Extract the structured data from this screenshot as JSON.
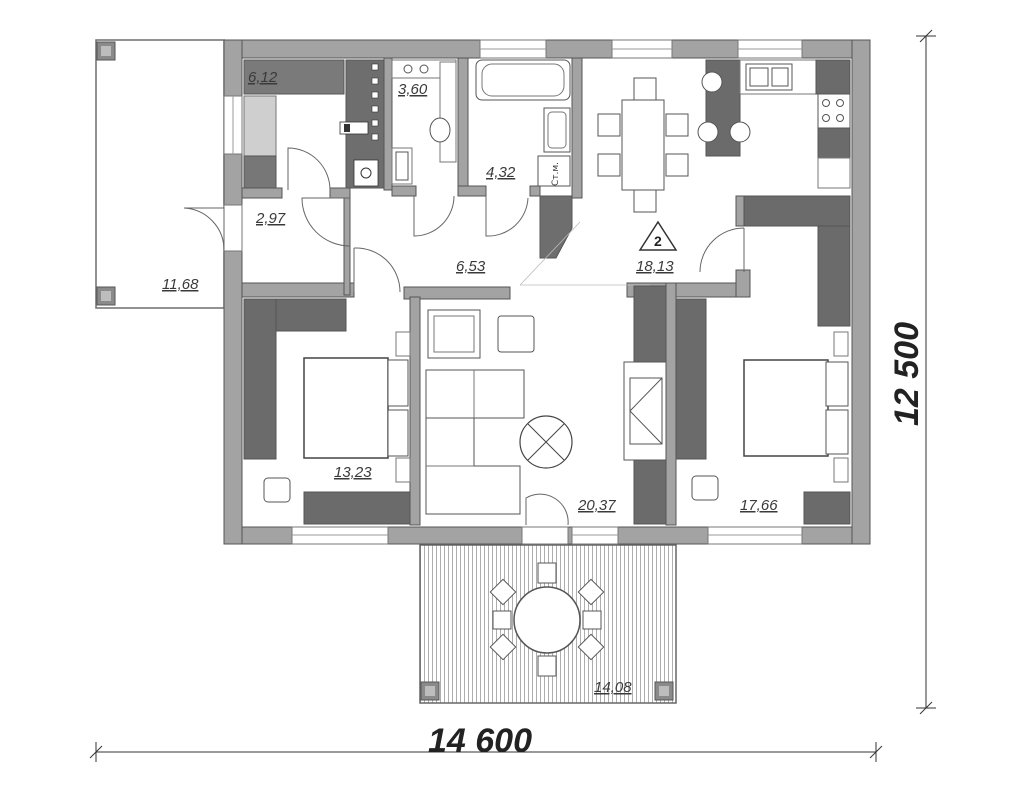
{
  "plan": {
    "dimensions": {
      "width_label": "14 600",
      "height_label": "12 500"
    },
    "rooms": [
      {
        "id": "storage",
        "area": "6,12"
      },
      {
        "id": "toilet",
        "area": "3,60"
      },
      {
        "id": "bathroom",
        "area": "4,32"
      },
      {
        "id": "vestibule",
        "area": "2,97"
      },
      {
        "id": "hall",
        "area": "6,53"
      },
      {
        "id": "kitchen-dining",
        "area": "18,13"
      },
      {
        "id": "bedroom-left",
        "area": "13,23"
      },
      {
        "id": "living-room",
        "area": "20,37"
      },
      {
        "id": "bedroom-right",
        "area": "17,66"
      },
      {
        "id": "porch",
        "area": "11,68"
      },
      {
        "id": "terrace",
        "area": "14,08"
      }
    ],
    "labels": {
      "boiler": "Ст.м.",
      "level_marker": "2"
    },
    "colors": {
      "wall": "#9a9a9a",
      "wall_dark": "#6e6e6e",
      "furniture_dark": "#6b6b6b",
      "furniture_light": "#cfcfcf",
      "line": "#555555",
      "floor": "#ffffff"
    }
  }
}
